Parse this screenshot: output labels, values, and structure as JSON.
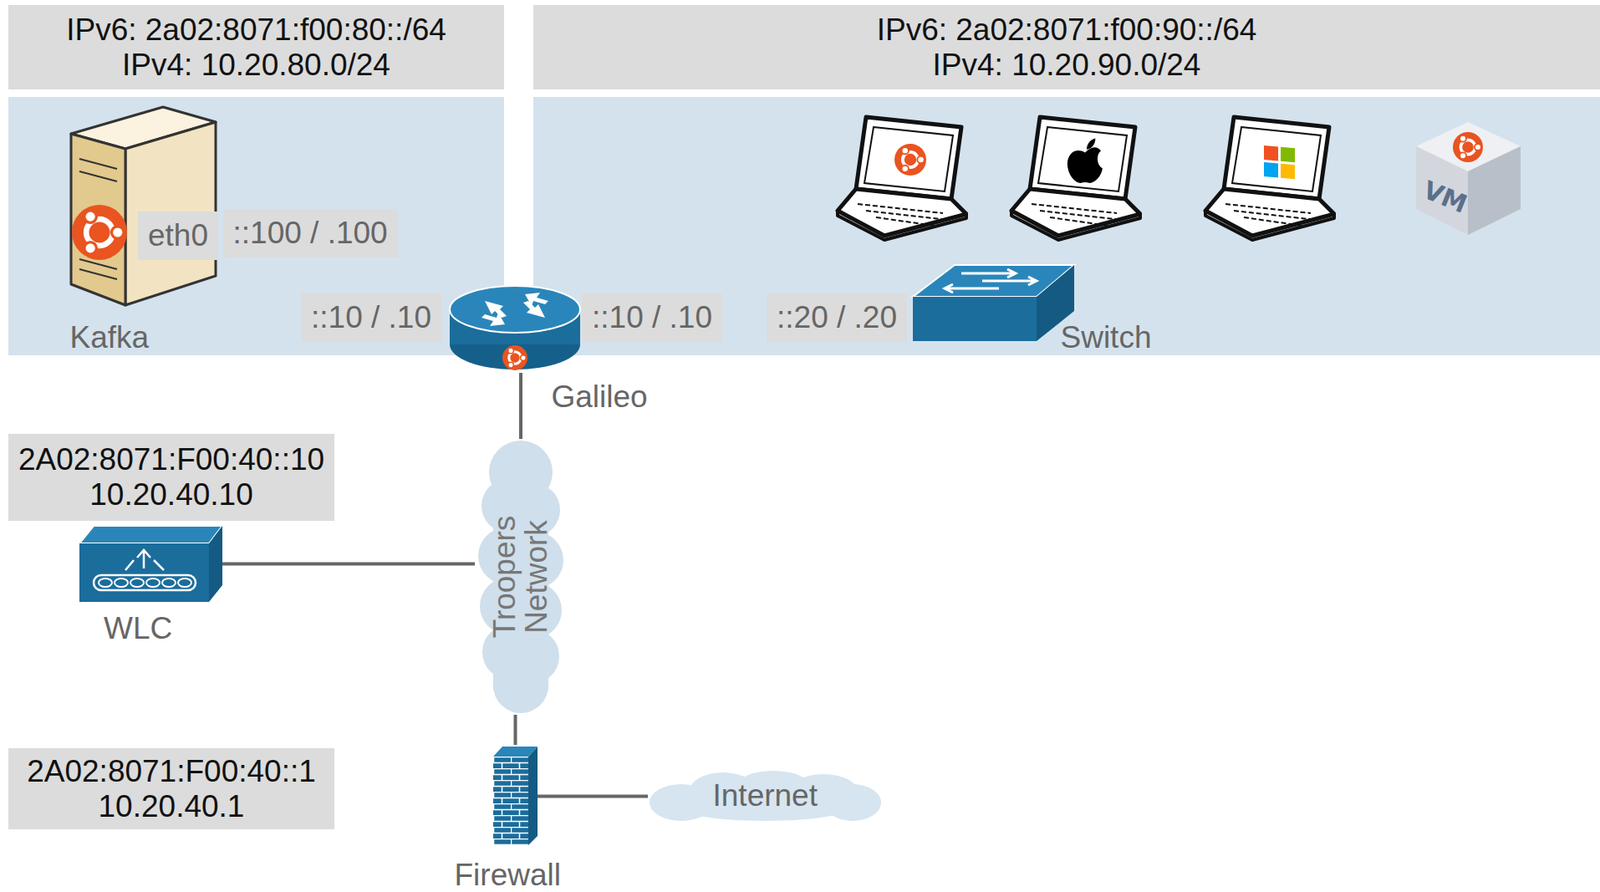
{
  "diagram": {
    "nodes": [
      {
        "text": [
          "IPv6: 2a02:8071:f00:80::/64",
          "IPv4: 10.20.80.0/24"
        ]
      },
      {
        "text": [
          "eth0",
          "::100 / .100",
          "Kafka"
        ],
        "in": 0
      },
      {
        "text": [
          "IPv6: 2a02:8071:f00:90::/64",
          "IPv4: 10.20.90.0/24"
        ]
      },
      {
        "text": [
          "::20 / .20",
          "Switch"
        ],
        "in": 2
      },
      {
        "text": [
          "::10 / .10",
          "::10 / .10",
          "Galileo"
        ]
      },
      {
        "text": [
          "Troopers Network"
        ]
      },
      {
        "text": [
          "2A02:8071:F00:40::10",
          "10.20.40.10",
          "WLC"
        ]
      },
      {
        "text": [
          "2A02:8071:F00:40::1",
          "10.20.40.1",
          "Firewall"
        ]
      },
      {
        "text": [
          "Internet"
        ]
      }
    ],
    "edges": [
      {
        "from": 4,
        "to": 5,
        "arrow": "none"
      },
      {
        "from": 6,
        "to": 5,
        "arrow": "none"
      },
      {
        "from": 5,
        "to": 7,
        "arrow": "none"
      },
      {
        "from": 7,
        "to": 8,
        "arrow": "none"
      }
    ],
    "labels": [
      "VM"
    ]
  }
}
